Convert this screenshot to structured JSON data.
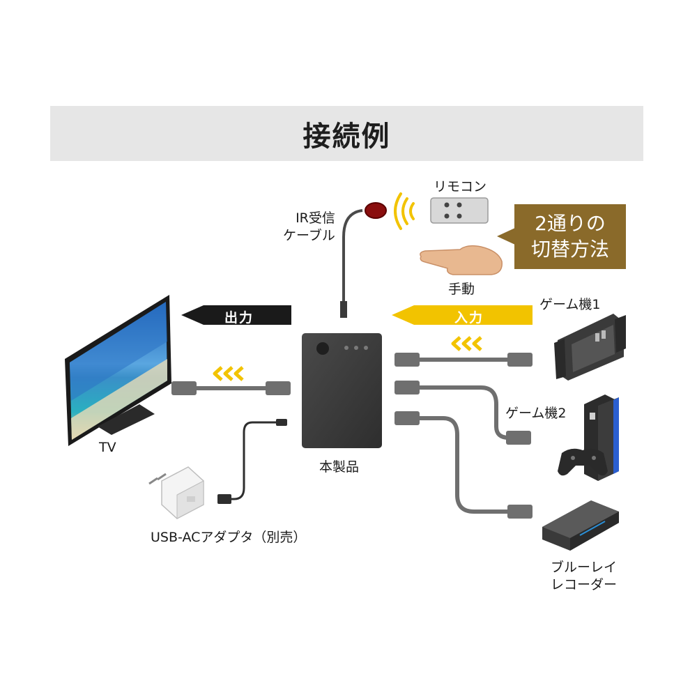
{
  "title": "接続例",
  "labels": {
    "ir_cable": [
      "IR受信",
      "ケーブル"
    ],
    "remote": "リモコン",
    "manual": "手動",
    "callout": [
      "2通りの",
      "切替方法"
    ],
    "output": "出力",
    "input": "入力",
    "tv": "TV",
    "product": "本製品",
    "adapter": "USB-ACアダプタ（別売）",
    "game1": "ゲーム機1",
    "game2": "ゲーム機2",
    "bluray": [
      "ブルーレイ",
      "レコーダー"
    ]
  },
  "colors": {
    "banner_bg": "#e6e6e6",
    "callout_bg": "#8a6a2a",
    "output_arrow": "#1a1a1a",
    "input_arrow": "#f2c300",
    "chevron": "#f2c300",
    "cable": "#6f6f6f",
    "device": "#3c3c3c"
  },
  "icons": [
    "ir-sensor-icon",
    "signal-waves-icon",
    "remote-icon",
    "hand-icon",
    "tv-icon",
    "switch-box-icon",
    "ac-adapter-icon",
    "game-console-1-icon",
    "game-console-2-icon",
    "gamepad-icon",
    "bluray-recorder-icon"
  ]
}
